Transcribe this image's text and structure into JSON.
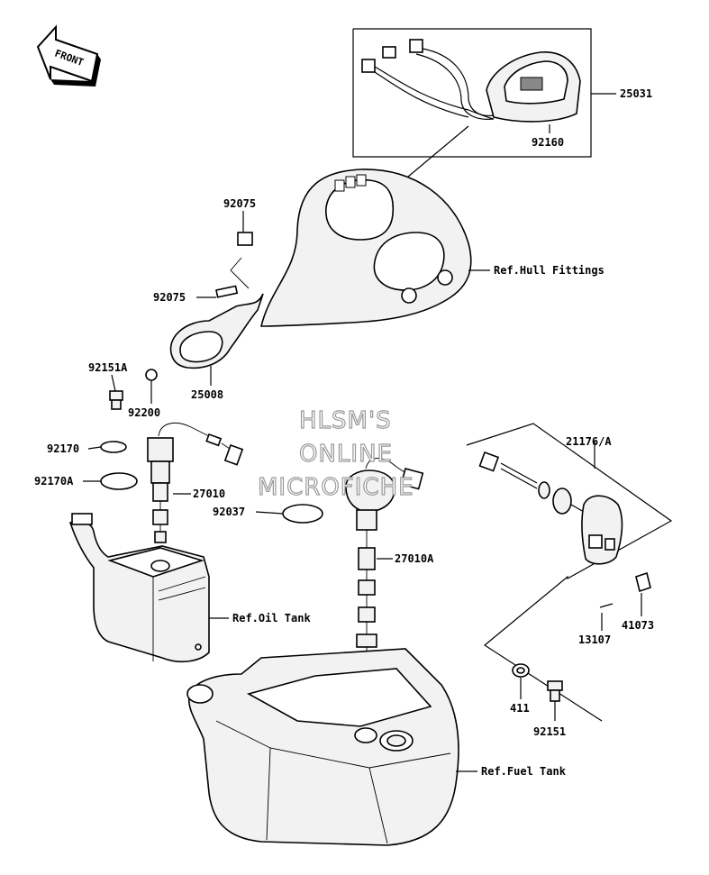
{
  "orientation": {
    "label": "FRONT"
  },
  "watermark": [
    "HLSM'S",
    "ONLINE",
    "MICROFICHE"
  ],
  "callouts": [
    {
      "id": "25031",
      "text": "25031"
    },
    {
      "id": "92160",
      "text": "92160"
    },
    {
      "id": "92075a",
      "text": "92075"
    },
    {
      "id": "92075b",
      "text": "92075"
    },
    {
      "id": "hull",
      "text": "Ref.Hull Fittings"
    },
    {
      "id": "92151A",
      "text": "92151A"
    },
    {
      "id": "25008",
      "text": "25008"
    },
    {
      "id": "92200",
      "text": "92200"
    },
    {
      "id": "92170",
      "text": "92170"
    },
    {
      "id": "92170A",
      "text": "92170A"
    },
    {
      "id": "27010",
      "text": "27010"
    },
    {
      "id": "92037",
      "text": "92037"
    },
    {
      "id": "27010A",
      "text": "27010A"
    },
    {
      "id": "21176A",
      "text": "21176/A"
    },
    {
      "id": "oiltank",
      "text": "Ref.Oil Tank"
    },
    {
      "id": "41073",
      "text": "41073"
    },
    {
      "id": "13107",
      "text": "13107"
    },
    {
      "id": "411",
      "text": "411"
    },
    {
      "id": "92151",
      "text": "92151"
    },
    {
      "id": "fueltank",
      "text": "Ref.Fuel Tank"
    }
  ]
}
